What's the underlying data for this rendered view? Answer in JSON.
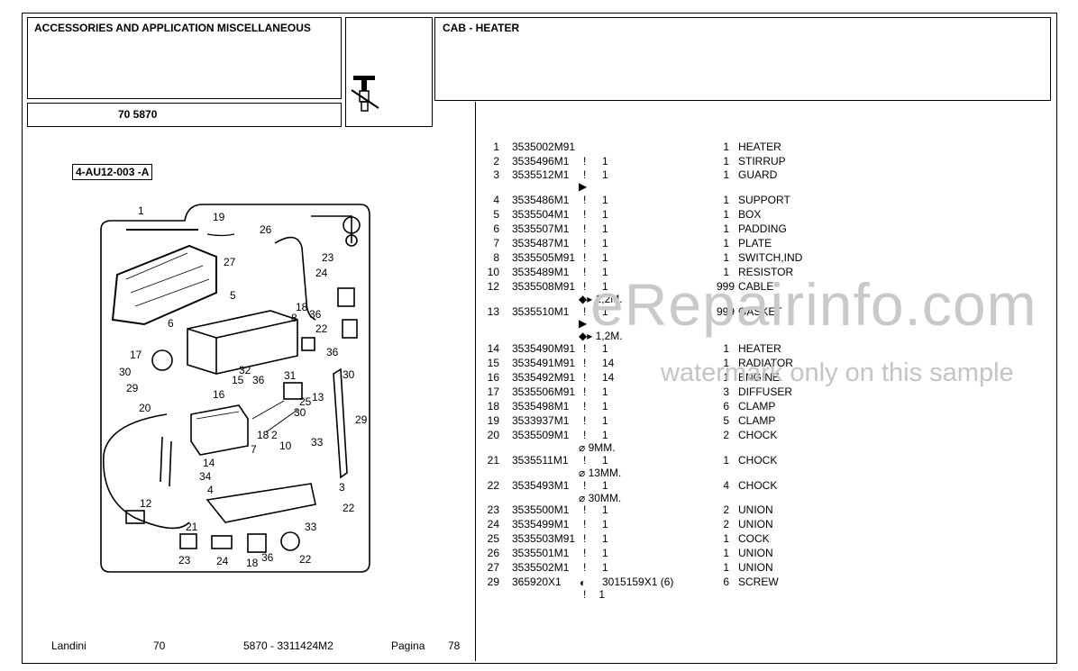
{
  "header": {
    "section_title": "ACCESSORIES AND APPLICATION MISCELLANEOUS",
    "model_code": "70 5870",
    "group_title": "CAB - HEATER"
  },
  "diagram": {
    "code": "4-AU12-003 -A",
    "callouts": [
      "1",
      "19",
      "26",
      "27",
      "23",
      "24",
      "5",
      "6",
      "18",
      "36",
      "8",
      "22",
      "17",
      "36",
      "30",
      "29",
      "32",
      "31",
      "15",
      "36",
      "16",
      "25",
      "13",
      "30",
      "20",
      "18",
      "2",
      "33",
      "7",
      "10",
      "30",
      "29",
      "14",
      "34",
      "4",
      "3",
      "12",
      "21",
      "22",
      "33",
      "23",
      "24",
      "18",
      "36",
      "22"
    ]
  },
  "parts": [
    {
      "item": "1",
      "part": "3535002M91",
      "mark": "",
      "ref": "",
      "qty": "1",
      "desc": "HEATER"
    },
    {
      "item": "2",
      "part": "3535496M1",
      "mark": "!",
      "ref": "1",
      "qty": "1",
      "desc": "STIRRUP"
    },
    {
      "item": "3",
      "part": "3535512M1",
      "mark": "!",
      "ref": "1",
      "qty": "1",
      "desc": "GUARD"
    },
    {
      "item": "4",
      "part": "3535486M1",
      "mark": "!",
      "ref": "1",
      "qty": "1",
      "desc": "SUPPORT"
    },
    {
      "item": "5",
      "part": "3535504M1",
      "mark": "!",
      "ref": "1",
      "qty": "1",
      "desc": "BOX"
    },
    {
      "item": "6",
      "part": "3535507M1",
      "mark": "!",
      "ref": "1",
      "qty": "1",
      "desc": "PADDING"
    },
    {
      "item": "7",
      "part": "3535487M1",
      "mark": "!",
      "ref": "1",
      "qty": "1",
      "desc": "PLATE"
    },
    {
      "item": "8",
      "part": "3535505M91",
      "mark": "!",
      "ref": "1",
      "qty": "1",
      "desc": "SWITCH,IND"
    },
    {
      "item": "10",
      "part": "3535489M1",
      "mark": "!",
      "ref": "1",
      "qty": "1",
      "desc": "RESISTOR"
    },
    {
      "item": "12",
      "part": "3535508M91",
      "mark": "!",
      "ref": "1",
      "qty": "999",
      "desc": "CABLE"
    },
    {
      "item": "13",
      "part": "3535510M1",
      "mark": "!",
      "ref": "1",
      "qty": "999",
      "desc": "GASKET"
    },
    {
      "item": "14",
      "part": "3535490M91",
      "mark": "!",
      "ref": "1",
      "qty": "1",
      "desc": "HEATER"
    },
    {
      "item": "15",
      "part": "3535491M91",
      "mark": "!",
      "ref": "14",
      "qty": "1",
      "desc": "RADIATOR"
    },
    {
      "item": "16",
      "part": "3535492M91",
      "mark": "!",
      "ref": "14",
      "qty": "1",
      "desc": "ENGINE"
    },
    {
      "item": "17",
      "part": "3535506M91",
      "mark": "!",
      "ref": "1",
      "qty": "3",
      "desc": "DIFFUSER"
    },
    {
      "item": "18",
      "part": "3535498M1",
      "mark": "!",
      "ref": "1",
      "qty": "6",
      "desc": "CLAMP"
    },
    {
      "item": "19",
      "part": "3533937M1",
      "mark": "!",
      "ref": "1",
      "qty": "5",
      "desc": "CLAMP"
    },
    {
      "item": "20",
      "part": "3535509M1",
      "mark": "!",
      "ref": "1",
      "qty": "2",
      "desc": "CHOCK"
    },
    {
      "item": "21",
      "part": "3535511M1",
      "mark": "!",
      "ref": "1",
      "qty": "1",
      "desc": "CHOCK"
    },
    {
      "item": "22",
      "part": "3535493M1",
      "mark": "!",
      "ref": "1",
      "qty": "4",
      "desc": "CHOCK"
    },
    {
      "item": "23",
      "part": "3535500M1",
      "mark": "!",
      "ref": "1",
      "qty": "2",
      "desc": "UNION"
    },
    {
      "item": "24",
      "part": "3535499M1",
      "mark": "!",
      "ref": "1",
      "qty": "2",
      "desc": "UNION"
    },
    {
      "item": "25",
      "part": "3535503M91",
      "mark": "!",
      "ref": "1",
      "qty": "1",
      "desc": "COCK"
    },
    {
      "item": "26",
      "part": "3535501M1",
      "mark": "!",
      "ref": "1",
      "qty": "1",
      "desc": "UNION"
    },
    {
      "item": "27",
      "part": "3535502M1",
      "mark": "!",
      "ref": "1",
      "qty": "1",
      "desc": "UNION"
    },
    {
      "item": "29",
      "part": "365920X1",
      "mark": "",
      "ref": "3015159X1  (6)",
      "qty": "6",
      "desc": "SCREW"
    }
  ],
  "notes": {
    "cable_length": "1,2M.",
    "gasket_length": "1,2M.",
    "chock20_dia": "9MM.",
    "chock21_dia": "13MM.",
    "chock22_dia": "30MM.",
    "screw_mark": "!",
    "screw_qty": "1"
  },
  "footer": {
    "brand": "Landini",
    "series": "70",
    "ref": "5870 - 3311424M2",
    "page_label": "Pagina",
    "page_no": "78"
  },
  "watermark": {
    "site": "eRepairinfo.com",
    "notice": "watermark only on this sample"
  }
}
